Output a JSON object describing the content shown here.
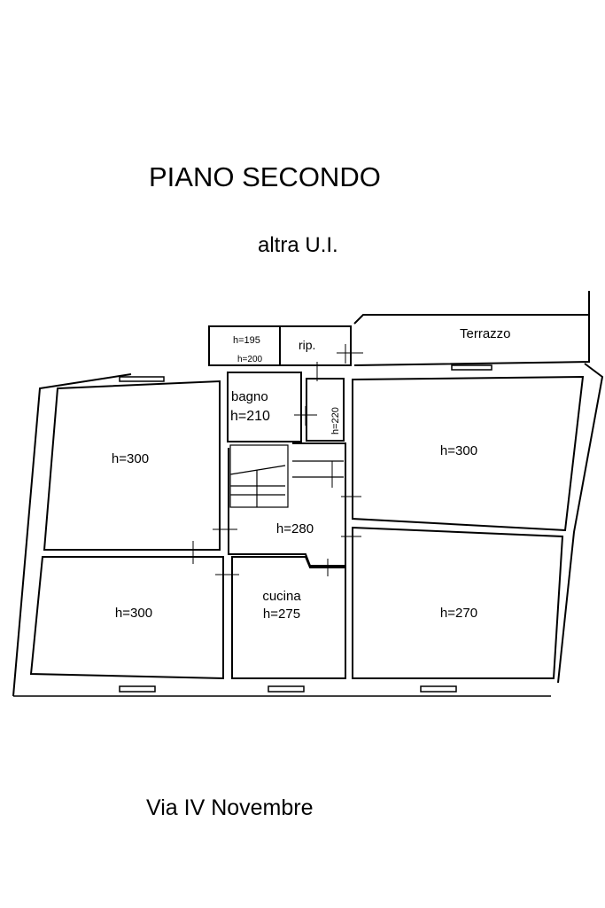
{
  "title": "PIANO SECONDO",
  "subtitle": "altra U.I.",
  "street": "Via IV Novembre",
  "rooms": {
    "top_left": "h=300",
    "bottom_left": "h=300",
    "top_right": "h=300",
    "bottom_right": "h=270",
    "corridor": "h=280",
    "kitchen_name": "cucina",
    "kitchen_h": "h=275",
    "bath_name": "bagno",
    "bath_h": "h=210",
    "closet_h1": "h=195",
    "closet_h2": "h=200",
    "storage": "rip.",
    "passage_h": "h=220",
    "terrace": "Terrazzo"
  }
}
